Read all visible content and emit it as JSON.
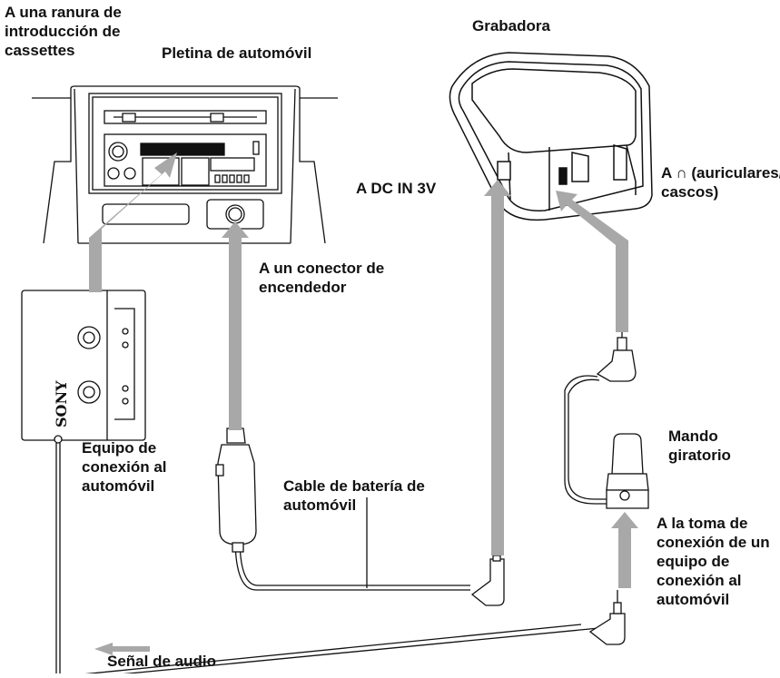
{
  "labels": {
    "cassette_slot": [
      "A una ranura de",
      "introducción de",
      "cassettes"
    ],
    "car_deck": "Pletina de automóvil",
    "recorder": "Grabadora",
    "dc_in": "A DC IN 3V",
    "headphones": [
      "A ∩ (auriculares/",
      "cascos)"
    ],
    "lighter": [
      "A un conector de",
      "encendedor"
    ],
    "connection_kit": [
      "Equipo de",
      "conexión al",
      "automóvil"
    ],
    "battery_cable": [
      "Cable de batería de",
      "automóvil"
    ],
    "rotary_knob": [
      "Mando",
      "giratorio"
    ],
    "kit_jack": [
      "A la toma de",
      "conexión de un",
      "equipo de",
      "conexión al",
      "automóvil"
    ],
    "audio_signal": "Señal de audio"
  },
  "cassette_brand": "SONY",
  "colors": {
    "line": "#111111",
    "arrow": "#a8a8a8",
    "fill": "#ffffff"
  }
}
